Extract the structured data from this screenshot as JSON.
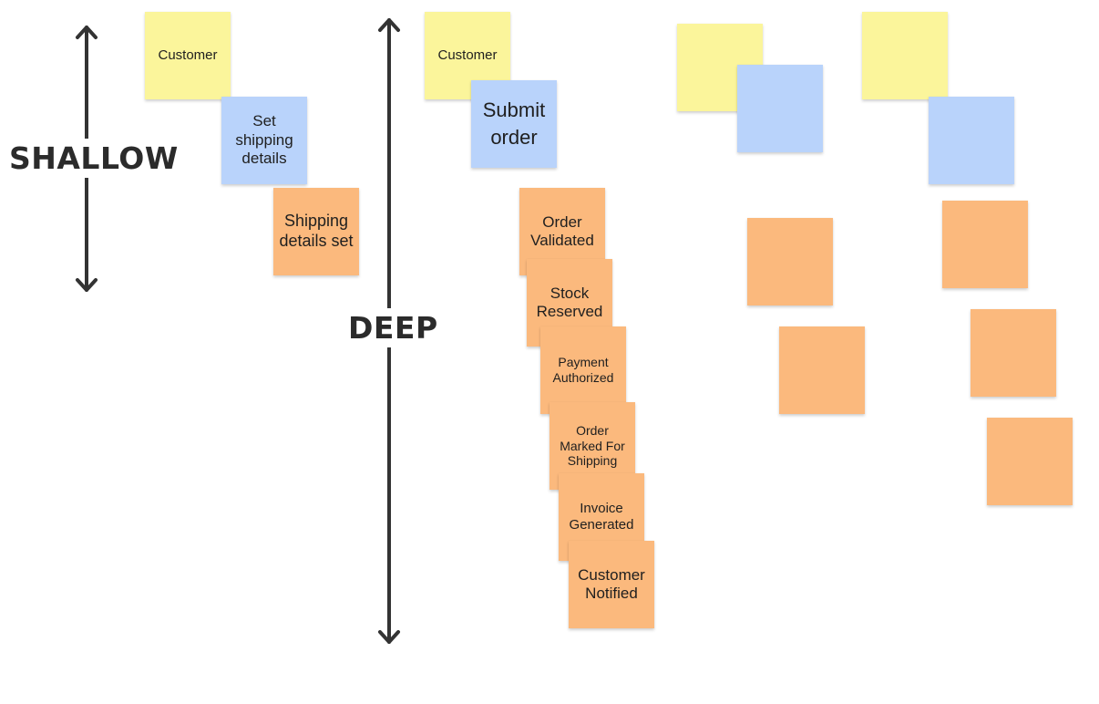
{
  "scales": {
    "shallow_label": "SHALLOW",
    "deep_label": "DEEP",
    "arrow_color": "#333333"
  },
  "colors": {
    "actor": "#fbf59b",
    "command": "#b9d3fb",
    "event": "#fbb97d"
  },
  "shallow_flow": {
    "actor": "Customer",
    "command": "Set shipping details",
    "event": "Shipping details set"
  },
  "deep_flow": {
    "actor": "Customer",
    "command": "Submit order",
    "events": [
      "Order Validated",
      "Stock Reserved",
      "Payment Authorized",
      "Order Marked For Shipping",
      "Invoice Generated",
      "Customer Notified"
    ]
  }
}
